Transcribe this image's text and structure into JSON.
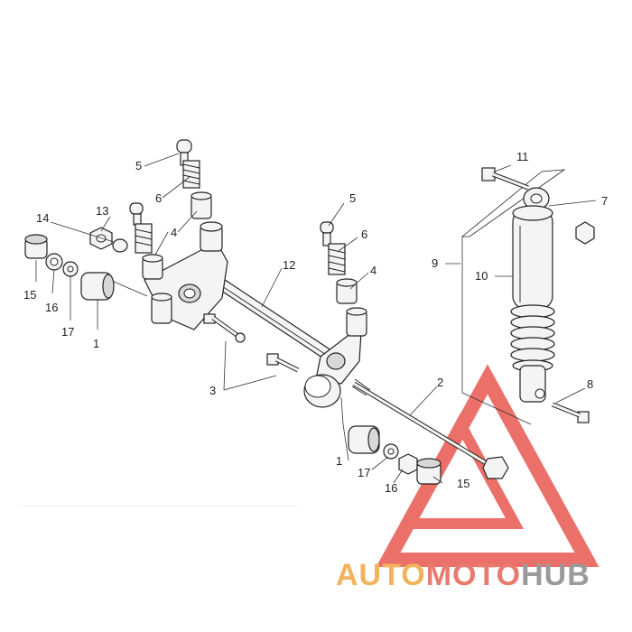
{
  "diagram": {
    "callouts": {
      "c1a": "1",
      "c1b": "1",
      "c2": "2",
      "c3": "3",
      "c4a": "4",
      "c4b": "4",
      "c5a": "5",
      "c5b": "5",
      "c6a": "6",
      "c6b": "6",
      "c7": "7",
      "c8": "8",
      "c9": "9",
      "c10": "10",
      "c11": "11",
      "c12": "12",
      "c13": "13",
      "c14": "14",
      "c15a": "15",
      "c15b": "15",
      "c16a": "16",
      "c16b": "16",
      "c17a": "17",
      "c17b": "17"
    }
  },
  "watermark": {
    "brand_part1": "AUTO",
    "brand_part2": "MOTO",
    "brand_part3": "HUB",
    "color_part1": "#f2b35e",
    "color_part2": "#e87a6e",
    "color_part3": "#9a9a9a",
    "triangle_color": "#e8584f"
  }
}
